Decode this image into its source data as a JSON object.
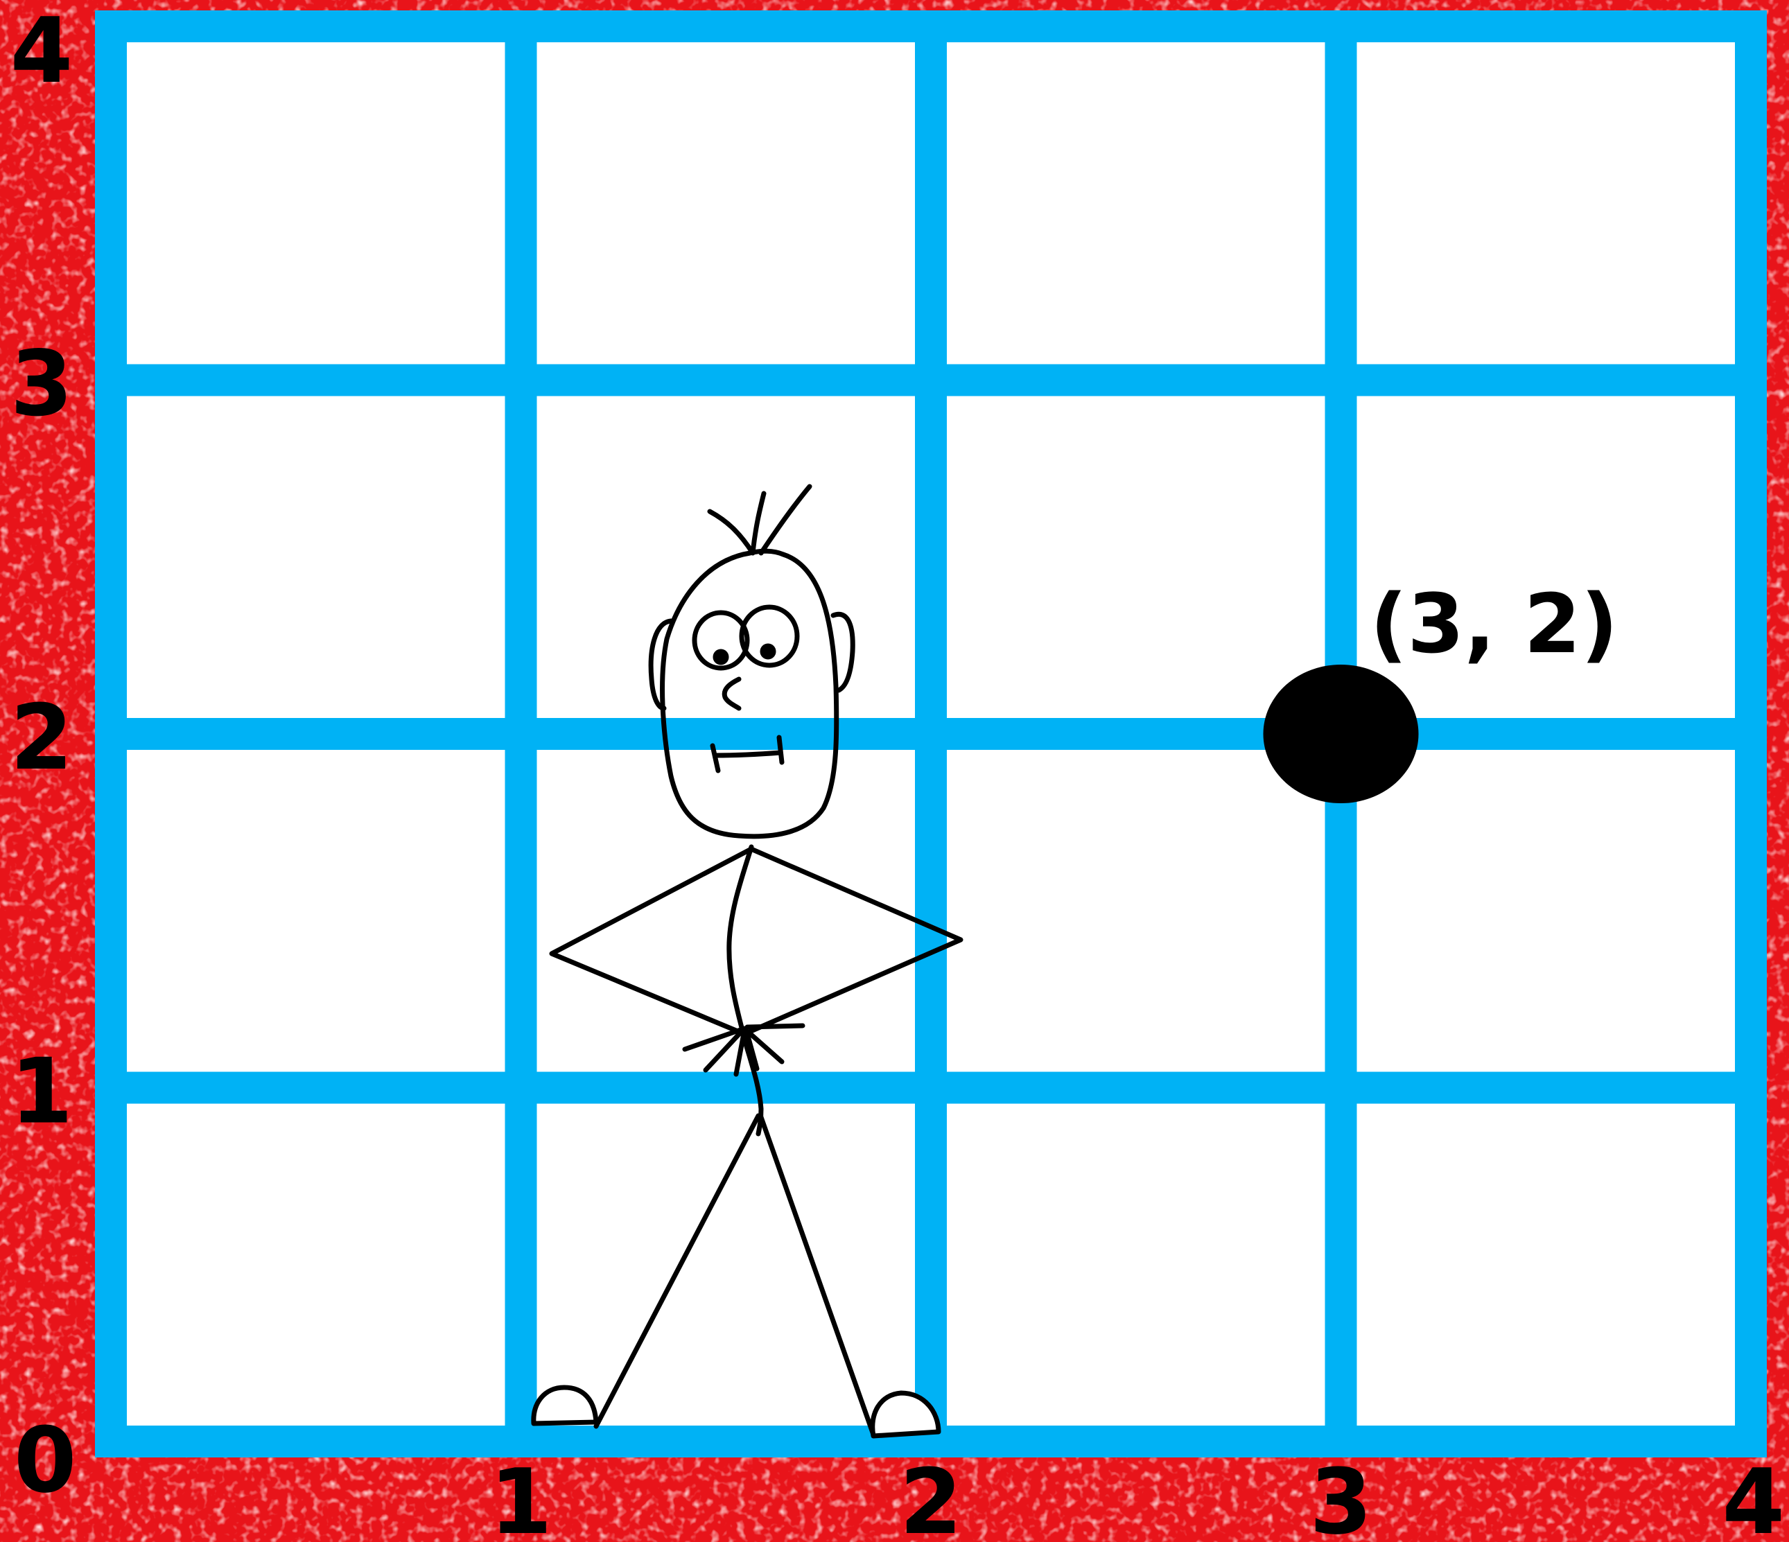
{
  "colors": {
    "background": "#e8141a",
    "background_light": "#f8b4b4",
    "grid_line": "#00b2f5",
    "cell_fill": "#ffffff",
    "ink": "#000000"
  },
  "grid": {
    "columns": 4,
    "rows": 4
  },
  "x_axis": {
    "ticks": [
      "0",
      "1",
      "2",
      "3",
      "4"
    ]
  },
  "y_axis": {
    "ticks": [
      "0",
      "1",
      "2",
      "3",
      "4"
    ]
  },
  "point": {
    "x": 3,
    "y": 2,
    "label": "(3, 2)"
  },
  "figure": {
    "name": "stick-figure"
  }
}
